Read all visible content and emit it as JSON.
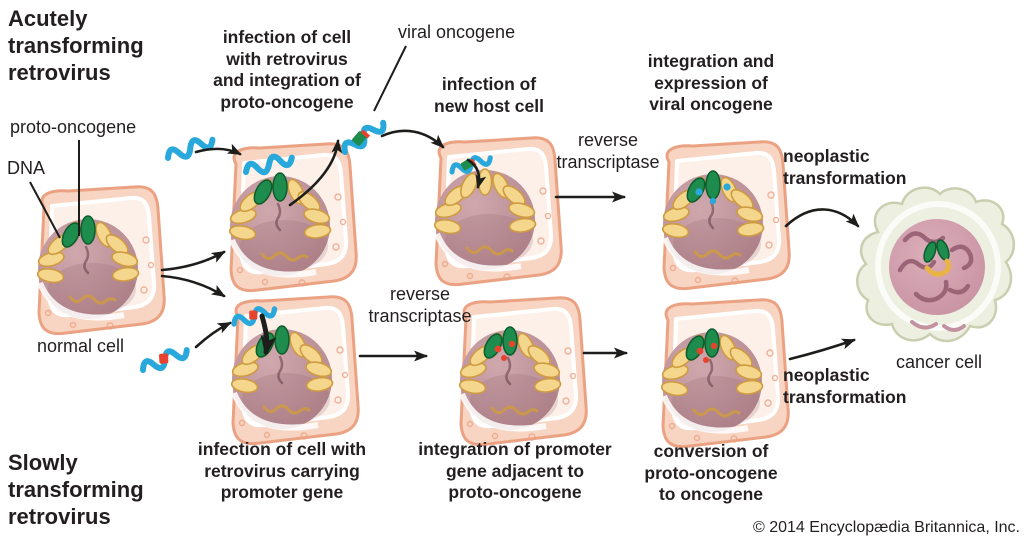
{
  "headings": {
    "acutely": "Acutely\ntransforming\nretrovirus",
    "slowly": "Slowly\ntransforming\nretrovirus"
  },
  "labels": {
    "proto_oncogene": "proto-oncogene",
    "dna": "DNA",
    "normal_cell": "normal cell",
    "viral_oncogene": "viral oncogene",
    "reverse_transcriptase_top": "reverse\ntranscriptase",
    "reverse_transcriptase_bottom": "reverse\ntranscriptase",
    "cancer_cell": "cancer cell"
  },
  "steps_top": [
    {
      "label": "infection of cell\nwith retrovirus\nand integration of\nproto-oncogene"
    },
    {
      "label": "infection of\nnew host cell"
    },
    {
      "label": "integration and\nexpression of\nviral oncogene"
    },
    {
      "label": "neoplastic\ntransformation"
    }
  ],
  "steps_bottom": [
    {
      "label": "infection of cell with\nretrovirus carrying\npromoter gene"
    },
    {
      "label": "integration of promoter\ngene adjacent to\nproto-oncogene"
    },
    {
      "label": "conversion of\nproto-oncogene\nto oncogene"
    },
    {
      "label": "neoplastic\ntransformation"
    }
  ],
  "copyright": "© 2014 Encyclopædia Britannica, Inc.",
  "icons": {
    "cell": "host-cell-illustration",
    "cancer_cell": "cancer-cell-illustration",
    "virus": "retrovirus-rna-squiggle",
    "arrow": "process-arrow"
  },
  "colors": {
    "text": "#231f20",
    "arrow_black": "#1d1d1b",
    "viral_rna_blue": "#29a8dc",
    "promoter_red": "#e8432e",
    "oncogene_green": "#1e8c4c",
    "oncogene_dark": "#0c5c2e",
    "chromosome_yellow": "#f4d78c",
    "chromosome_shade": "#cf9b42",
    "cell_fill": "#f7d5c2",
    "cell_stroke": "#eba283",
    "cell_window": "#fcf0e9",
    "nucleus_light": "#cfa8ae",
    "nucleus_dark": "#b4878f",
    "cancer_fill": "#edefe1",
    "cancer_stroke": "#c9cfae",
    "cancer_nucleus_light": "#dcaeba",
    "cancer_nucleus_dark": "#c791a1",
    "cancer_chromosome": "#9b6577"
  }
}
